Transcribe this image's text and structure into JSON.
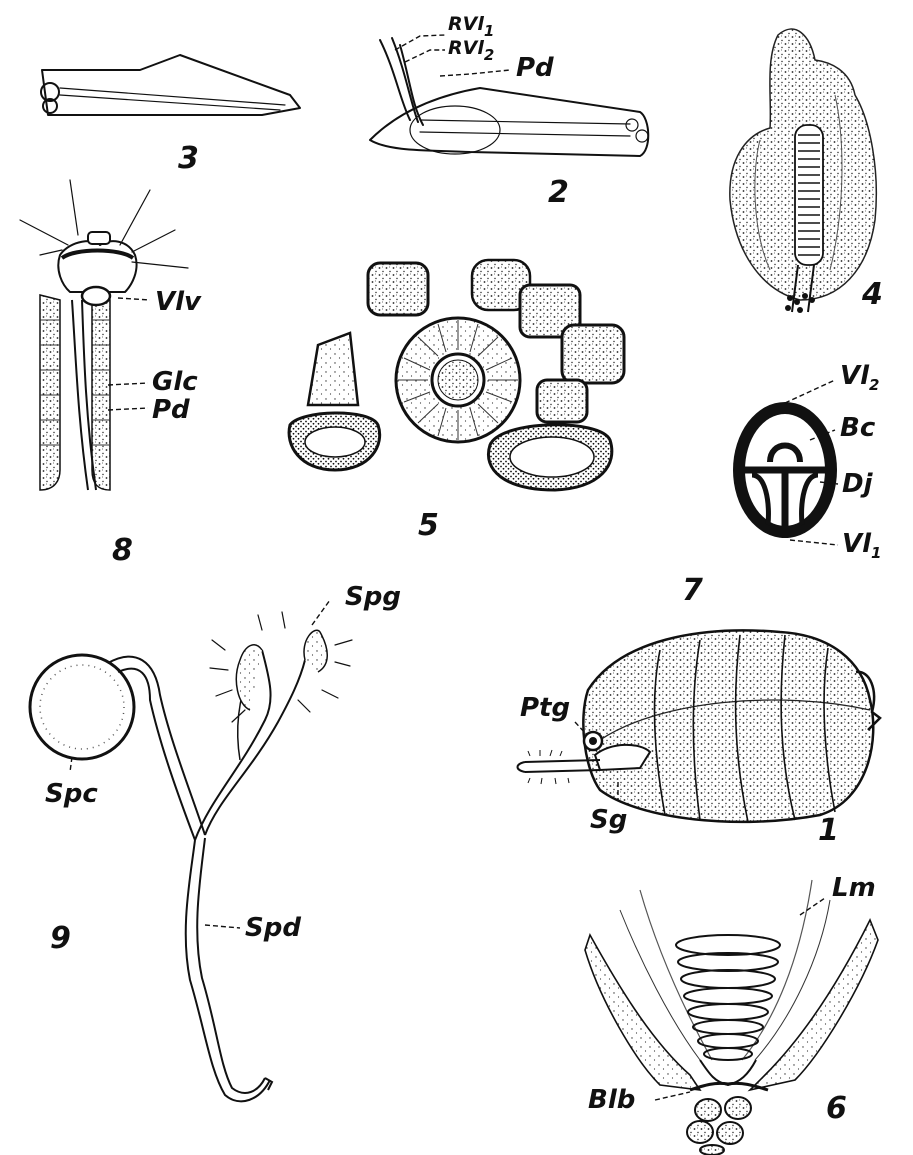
{
  "figure_numbers": {
    "fig1": "1",
    "fig2": "2",
    "fig3": "3",
    "fig4": "4",
    "fig5": "5",
    "fig6": "6",
    "fig7": "7",
    "fig8": "8",
    "fig9": "9"
  },
  "labels": {
    "rvl1": "RVl",
    "rvl1_sub": "1",
    "rvl2": "RVl",
    "rvl2_sub": "2",
    "pd_fig2": "Pd",
    "vlv": "Vlv",
    "glc": "Glc",
    "pd_fig8": "Pd",
    "vl2": "Vl",
    "vl2_sub": "2",
    "bc": "Bc",
    "dj": "Dj",
    "vl1": "Vl",
    "vl1_sub": "1",
    "spg": "Spg",
    "spc": "Spc",
    "spd": "Spd",
    "ptg": "Ptg",
    "sg": "Sg",
    "lm": "Lm",
    "blb": "Blb"
  },
  "colors": {
    "ink": "#111111",
    "paper": "#ffffff",
    "stipple": "#9a9a9a"
  }
}
